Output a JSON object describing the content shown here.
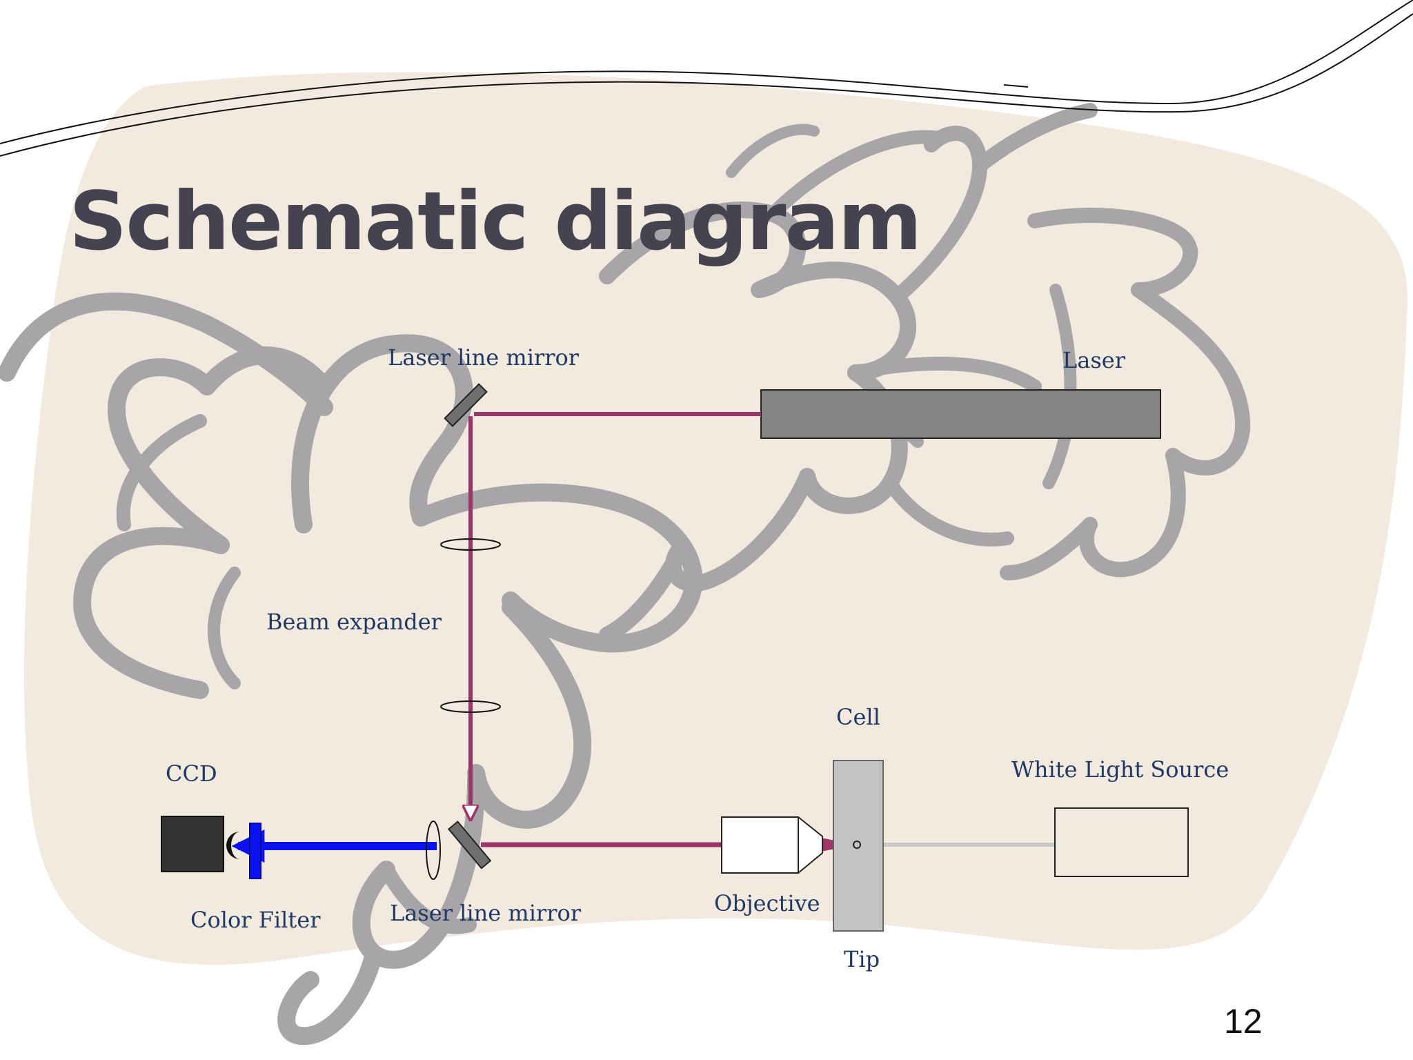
{
  "title": "Schematic diagram",
  "page_number": "12",
  "labels": {
    "laser_line_mirror_top": "Laser line mirror",
    "laser": "Laser",
    "beam_expander": "Beam expander",
    "cell": "Cell",
    "ccd": "CCD",
    "white_light_source": "White Light Source",
    "color_filter": "Color Filter",
    "laser_line_mirror_bottom": "Laser line mirror",
    "objective": "Objective",
    "tip": "Tip"
  },
  "colors": {
    "background_blob": "#f2eadf",
    "floral_decoration": "#a7a5a8",
    "title": "#44434f",
    "label": "#1f3864",
    "laser_beam": "#9b3468",
    "filtered_beam": "#0a12f0",
    "white_light_beam": "#c7c7c7",
    "laser_body": "#858485",
    "ccd_body": "#333132",
    "cell_body": "#c4c3c4"
  }
}
